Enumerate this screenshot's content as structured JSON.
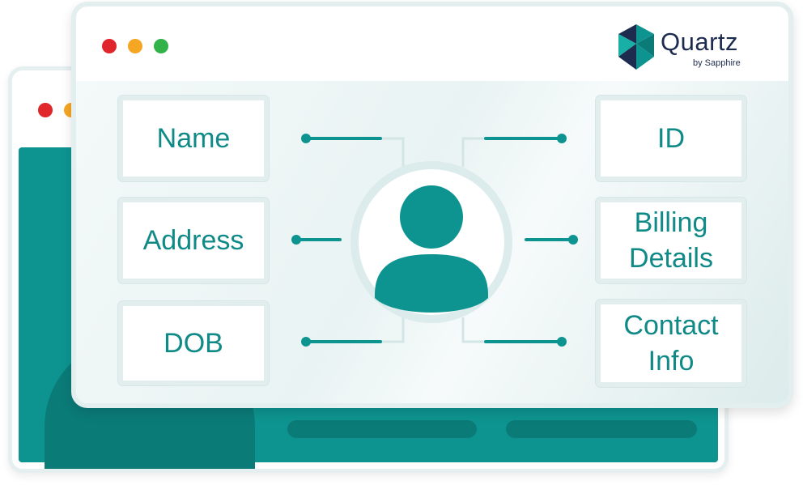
{
  "brand": {
    "name": "Quartz",
    "tagline": "by Sapphire",
    "colors": {
      "navy": "#1d2b4f",
      "teal": "#0e9490",
      "teal_dark": "#0b7b78"
    }
  },
  "window_dots": [
    "#e0262b",
    "#f5a623",
    "#33b24a"
  ],
  "fields_left": [
    {
      "label": "Name"
    },
    {
      "label": "Address"
    },
    {
      "label": "DOB"
    }
  ],
  "fields_right": [
    {
      "label": "ID"
    },
    {
      "label": "Billing\nDetails"
    },
    {
      "label": "Contact\nInfo"
    }
  ],
  "center_icon": "user-avatar-icon"
}
